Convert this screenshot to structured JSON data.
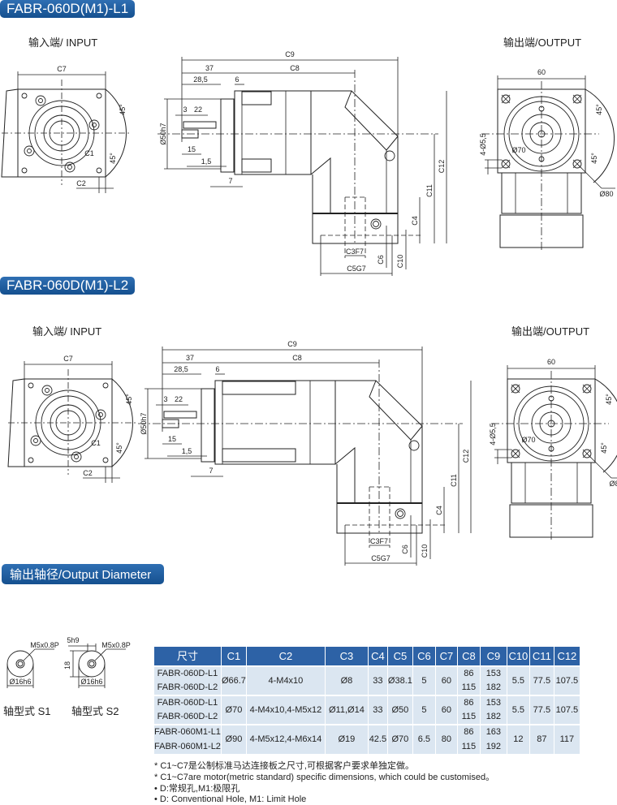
{
  "sections": [
    {
      "title": "FABR-060D(M1)-L1",
      "input_label": "输入端/ INPUT",
      "output_label": "输出端/OUTPUT"
    },
    {
      "title": "FABR-060D(M1)-L2",
      "input_label": "输入端/ INPUT",
      "output_label": "输出端/OUTPUT"
    }
  ],
  "dims": {
    "c7": "C7",
    "c2": "C2",
    "c1": "C1",
    "a45": "45°",
    "c9": "C9",
    "d37": "37",
    "c8": "C8",
    "d285": "28,5",
    "d6": "6",
    "d3": "3",
    "d22": "22",
    "d50": "Ø50h7",
    "d15": "15",
    "d15b": "1,5",
    "d7": "7",
    "c12": "C12",
    "c11": "C11",
    "c4": "C4",
    "c3": "C3F7",
    "c5": "C5G7",
    "c6": "C6",
    "c10": "C10",
    "d60": "60",
    "d55": "4-Ø5,5",
    "d70": "Ø70",
    "d80": "Ø80"
  },
  "output_diameter": {
    "title": "输出轴径/Output Diameter",
    "s1_caption": "轴型式 S1",
    "s2_caption": "轴型式 S2",
    "thread": "M5x0.8P",
    "dia": "Ø16h6",
    "key": "5h9",
    "height": "18"
  },
  "table": {
    "headers": [
      "尺寸",
      "C1",
      "C2",
      "C3",
      "C4",
      "C5",
      "C6",
      "C7",
      "C8",
      "C9",
      "C10",
      "C11",
      "C12"
    ],
    "groups": [
      {
        "models": [
          "FABR-060D-L1",
          "FABR-060D-L2"
        ],
        "c1": "Ø66.7",
        "c2": "4-M4x10",
        "c3": "Ø8",
        "c4": "33",
        "c5": "Ø38.1",
        "c6": "5",
        "c7": "60",
        "c8": [
          "86",
          "115"
        ],
        "c9": [
          "153",
          "182"
        ],
        "c10": "5.5",
        "c11": "77.5",
        "c12": "107.5"
      },
      {
        "models": [
          "FABR-060D-L1",
          "FABR-060D-L2"
        ],
        "c1": "Ø70",
        "c2": "4-M4x10,4-M5x12",
        "c3": "Ø11,Ø14",
        "c4": "33",
        "c5": "Ø50",
        "c6": "5",
        "c7": "60",
        "c8": [
          "86",
          "115"
        ],
        "c9": [
          "153",
          "182"
        ],
        "c10": "5.5",
        "c11": "77.5",
        "c12": "107.5"
      },
      {
        "models": [
          "FABR-060M1-L1",
          "FABR-060M1-L2"
        ],
        "c1": "Ø90",
        "c2": "4-M5x12,4-M6x14",
        "c3": "Ø19",
        "c4": "42.5",
        "c5": "Ø70",
        "c6": "6.5",
        "c7": "80",
        "c8": [
          "86",
          "115"
        ],
        "c9": [
          "163",
          "192"
        ],
        "c10": "12",
        "c11": "87",
        "c12": "117"
      }
    ]
  },
  "notes": [
    "* C1~C7是公制标准马达连接板之尺寸,可根据客户要求单独定做。",
    "* C1~C7are motor(metric standard)  specific dimensions, which could be customised。",
    "• D:常规孔,M1:极限孔",
    "• D: Conventional Hole, M1: Limit Hole"
  ]
}
